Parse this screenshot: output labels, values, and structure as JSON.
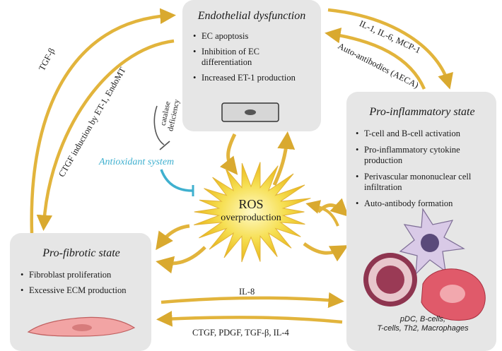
{
  "endothelial": {
    "title": "Endothelial dysfunction",
    "items": [
      "EC apoptosis",
      "Inhibition of EC differentiation",
      "Increased ET-1 production"
    ]
  },
  "inflammatory": {
    "title": "Pro-inflammatory state",
    "items": [
      "T-cell and B-cell activation",
      "Pro-inflammatory cytokine production",
      "Perivascular mononuclear cell infiltration",
      "Auto-antibody formation"
    ],
    "cells_caption_1": "pDC, B-cells,",
    "cells_caption_2": "T-cells, Th2, Macrophages"
  },
  "fibrotic": {
    "title": "Pro-fibrotic state",
    "items": [
      "Fibroblast proliferation",
      "Excessive ECM production"
    ]
  },
  "ros": {
    "line1": "ROS",
    "line2": "overproduction"
  },
  "antioxidant": "Antioxidant system",
  "catalase": {
    "line1": "catalase",
    "line2": "deficiency"
  },
  "arrows": {
    "tgf_beta": "TGF-β",
    "ctgf_induction": "CTGF induction by ET-1, EndoMT",
    "il_cytokines": "IL-1, IL-6, MCP-1",
    "aeca": "Auto-antibodies (AECA)",
    "il8": "IL-8",
    "growth_factors": "CTGF, PDGF, TGF-β, IL-4"
  },
  "colors": {
    "arrow_gold": "#e2b43c",
    "box_gray": "#e6e6e6",
    "antioxidant_blue": "#3fb0cf",
    "fibroblast": "#f2a4a4",
    "b_cell": "#b8687a",
    "macrophage": "#e05a6a",
    "dendritic": "#c9b6dc"
  }
}
